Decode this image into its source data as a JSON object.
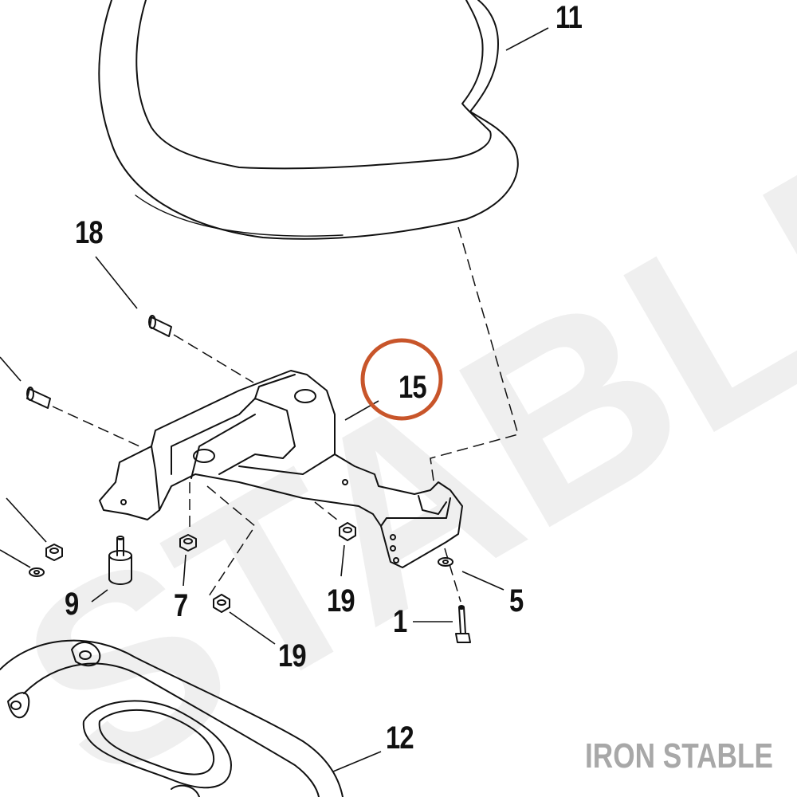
{
  "diagram": {
    "callouts": [
      {
        "id": "c11",
        "label": "11"
      },
      {
        "id": "c18",
        "label": "18"
      },
      {
        "id": "c15",
        "label": "15"
      },
      {
        "id": "c9",
        "label": "9"
      },
      {
        "id": "c7",
        "label": "7"
      },
      {
        "id": "c19a",
        "label": "19"
      },
      {
        "id": "c5",
        "label": "5"
      },
      {
        "id": "c1",
        "label": "1"
      },
      {
        "id": "c19b",
        "label": "19"
      },
      {
        "id": "c12",
        "label": "12"
      }
    ],
    "highlighted_callout": "15",
    "highlight_color": "#c8552a"
  },
  "watermark": {
    "text": "STABLE",
    "color": "#f0f0f0"
  },
  "brand": {
    "text": "IRON STABLE",
    "color": "#a8a8a8"
  }
}
